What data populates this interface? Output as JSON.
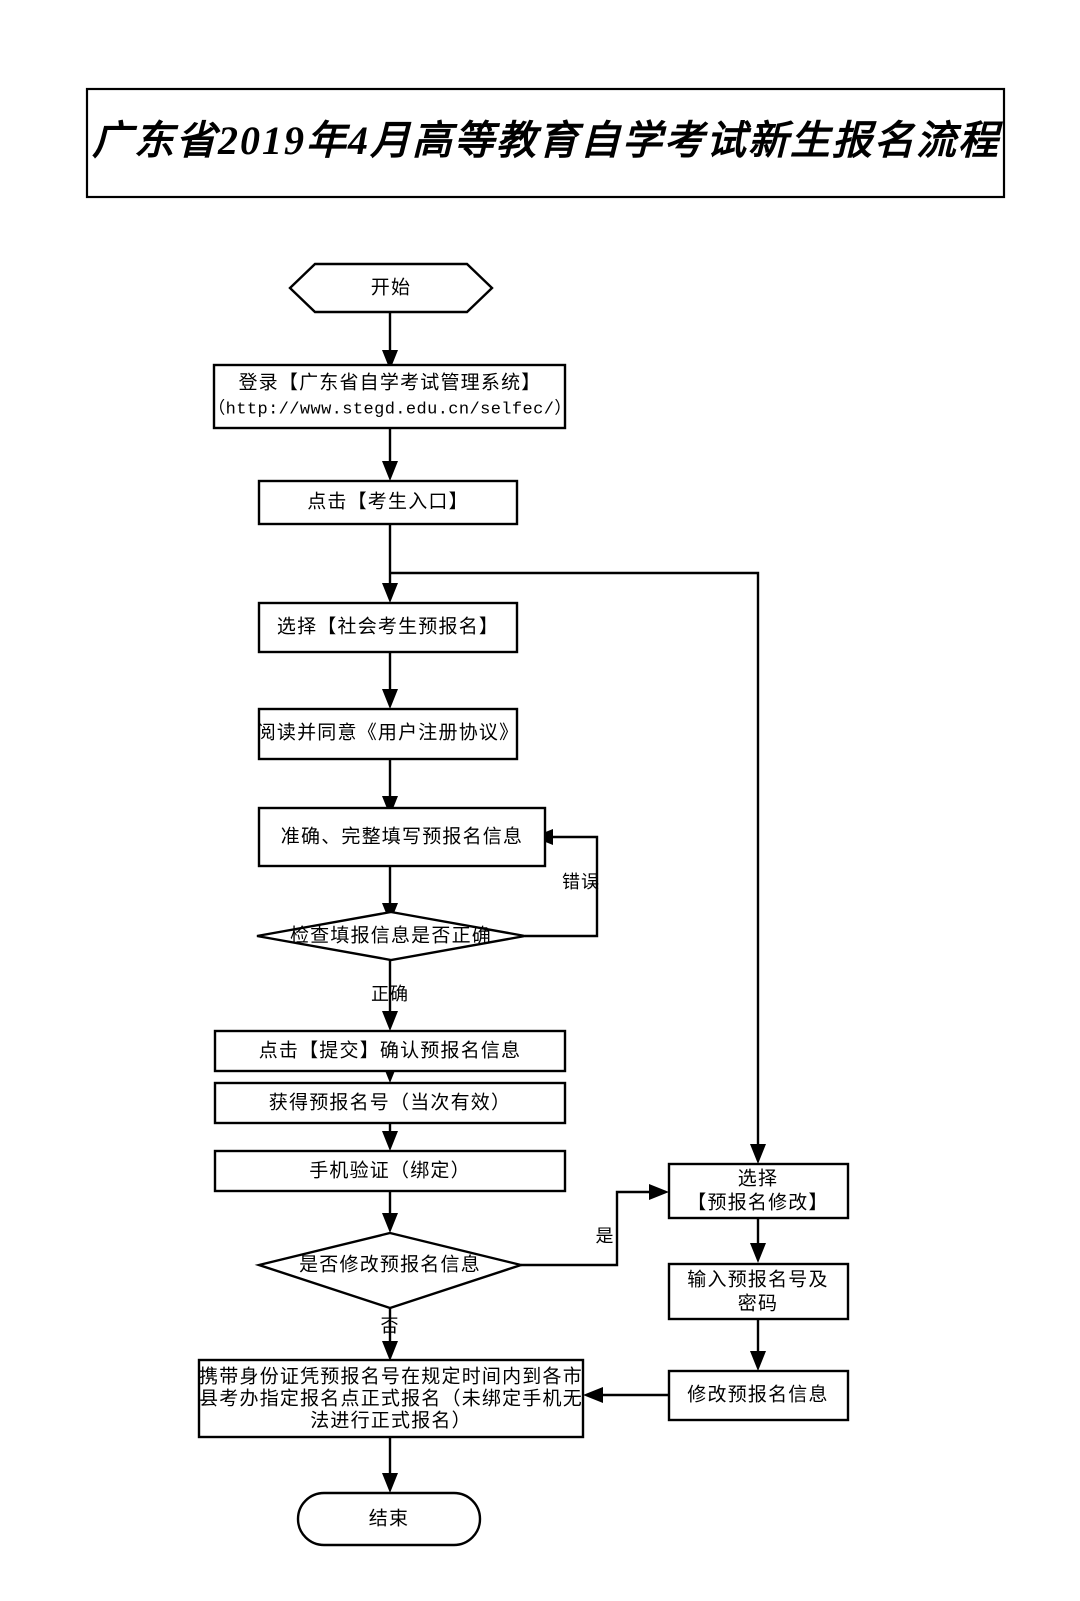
{
  "document": {
    "title": "广东省2019年4月高等教育自学考试新生报名流程"
  },
  "flowchart": {
    "type": "flowchart",
    "orientation": "top-to-bottom",
    "nodes": {
      "start": {
        "shape": "hexagon",
        "label": "开始"
      },
      "login": {
        "shape": "process",
        "line1": "登录【广东省自学考试管理系统】",
        "line2": "（http://www.stegd.edu.cn/selfec/）"
      },
      "entry": {
        "shape": "process",
        "label": "点击【考生入口】"
      },
      "prereg": {
        "shape": "process",
        "label": "选择【社会考生预报名】"
      },
      "agreement": {
        "shape": "process",
        "label": "阅读并同意《用户注册协议》"
      },
      "fillinfo": {
        "shape": "process",
        "label": "准确、完整填写预报名信息"
      },
      "checkinfo": {
        "shape": "decision",
        "label": "检查填报信息是否正确"
      },
      "submit": {
        "shape": "process",
        "label": "点击【提交】确认预报名信息"
      },
      "getnumber": {
        "shape": "process",
        "label": "获得预报名号（当次有效）"
      },
      "phone": {
        "shape": "process",
        "label": "手机验证（绑定）"
      },
      "modifyq": {
        "shape": "decision",
        "label": "是否修改预报名信息"
      },
      "selectmodify": {
        "shape": "process",
        "line1": "选择",
        "line2": "【预报名修改】"
      },
      "inputnumber": {
        "shape": "process",
        "line1": "输入预报名号及",
        "line2": "密码"
      },
      "modifyinfo": {
        "shape": "process",
        "label": "修改预报名信息"
      },
      "formal": {
        "shape": "process",
        "line1": "携带身份证凭预报名号在规定时间内到各市",
        "line2": "县考办指定报名点正式报名（未绑定手机无",
        "line3": "法进行正式报名）"
      },
      "end": {
        "shape": "terminator",
        "label": "结束"
      }
    },
    "edge_labels": {
      "error": "错误",
      "correct": "正确",
      "yes": "是",
      "no": "否"
    },
    "edges": [
      {
        "from": "start",
        "to": "login",
        "label": ""
      },
      {
        "from": "login",
        "to": "entry",
        "label": ""
      },
      {
        "from": "entry",
        "to": "prereg",
        "label": ""
      },
      {
        "from": "entry",
        "to": "selectmodify",
        "label": ""
      },
      {
        "from": "prereg",
        "to": "agreement",
        "label": ""
      },
      {
        "from": "agreement",
        "to": "fillinfo",
        "label": ""
      },
      {
        "from": "fillinfo",
        "to": "checkinfo",
        "label": ""
      },
      {
        "from": "checkinfo",
        "to": "fillinfo",
        "label": "错误"
      },
      {
        "from": "checkinfo",
        "to": "submit",
        "label": "正确"
      },
      {
        "from": "submit",
        "to": "getnumber",
        "label": ""
      },
      {
        "from": "getnumber",
        "to": "phone",
        "label": ""
      },
      {
        "from": "phone",
        "to": "modifyq",
        "label": ""
      },
      {
        "from": "modifyq",
        "to": "selectmodify",
        "label": "是"
      },
      {
        "from": "modifyq",
        "to": "formal",
        "label": "否"
      },
      {
        "from": "selectmodify",
        "to": "inputnumber",
        "label": ""
      },
      {
        "from": "inputnumber",
        "to": "modifyinfo",
        "label": ""
      },
      {
        "from": "modifyinfo",
        "to": "formal",
        "label": ""
      },
      {
        "from": "formal",
        "to": "end",
        "label": ""
      }
    ]
  },
  "colors": {
    "background": "#ffffff",
    "stroke": "#000000",
    "text": "#000000"
  }
}
